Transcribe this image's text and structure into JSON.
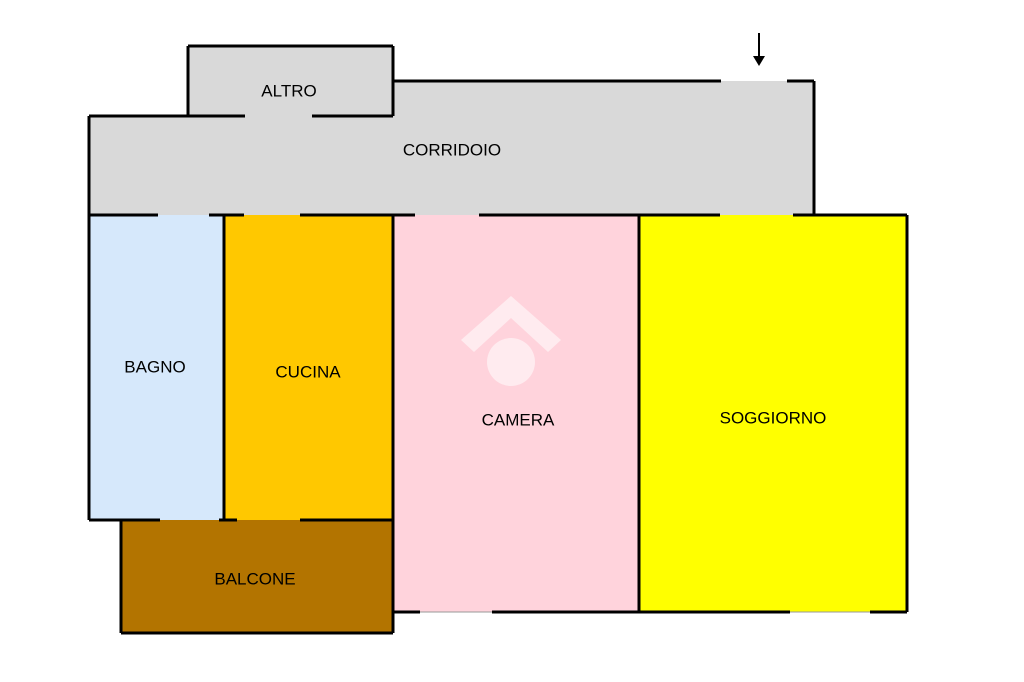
{
  "rooms": {
    "altro": {
      "label": "ALTRO",
      "color": "#d9d9d9"
    },
    "corridoio": {
      "label": "CORRIDOIO",
      "color": "#d9d9d9"
    },
    "bagno": {
      "label": "BAGNO",
      "color": "#d6e8fb"
    },
    "cucina": {
      "label": "CUCINA",
      "color": "#ffc800"
    },
    "camera": {
      "label": "CAMERA",
      "color": "#ffd3dc"
    },
    "soggiorno": {
      "label": "SOGGIORNO",
      "color": "#ffff00"
    },
    "balcone": {
      "label": "BALCONE",
      "color": "#b37400"
    }
  },
  "entrance_marker": {
    "icon": "down-arrow-icon",
    "meaning": "entrance"
  },
  "watermark": {
    "icon": "house-logo-icon",
    "color": "#ffffff"
  },
  "colors": {
    "wall": "#000000",
    "background": "#ffffff"
  }
}
